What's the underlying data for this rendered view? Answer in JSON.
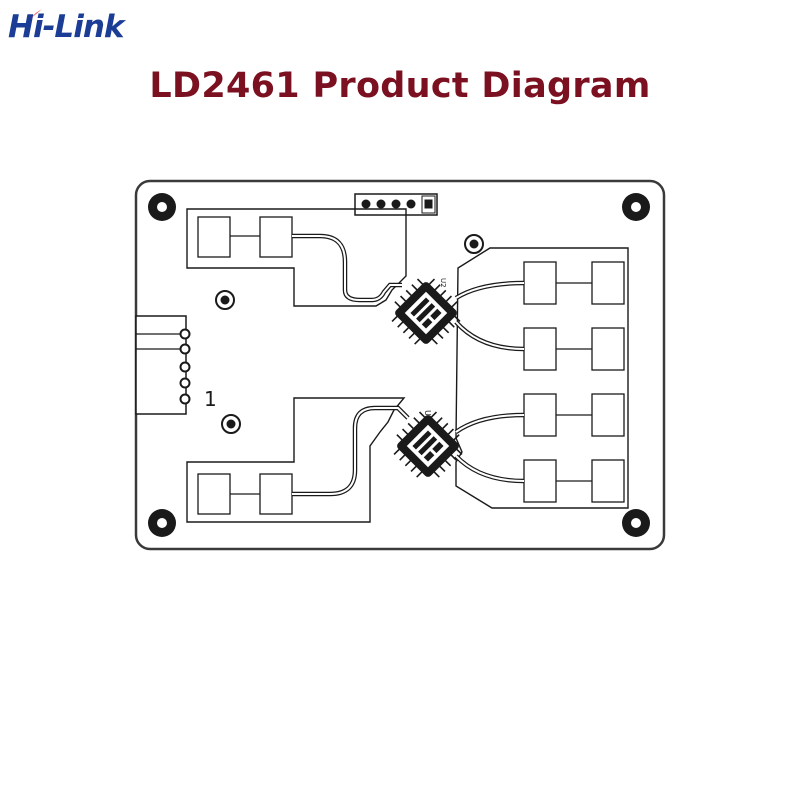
{
  "header": {
    "brand": "Hi-Link",
    "title": "LD2461 Product Diagram"
  },
  "board": {
    "pin1_label": "1",
    "chip_label_u3": "U3",
    "chip_label_u2": "U2"
  },
  "colors": {
    "brand_blue": "#1b3d96",
    "title_red": "#7a1020",
    "logo_star_red": "#e0262b",
    "outline": "#3a3a3a"
  }
}
